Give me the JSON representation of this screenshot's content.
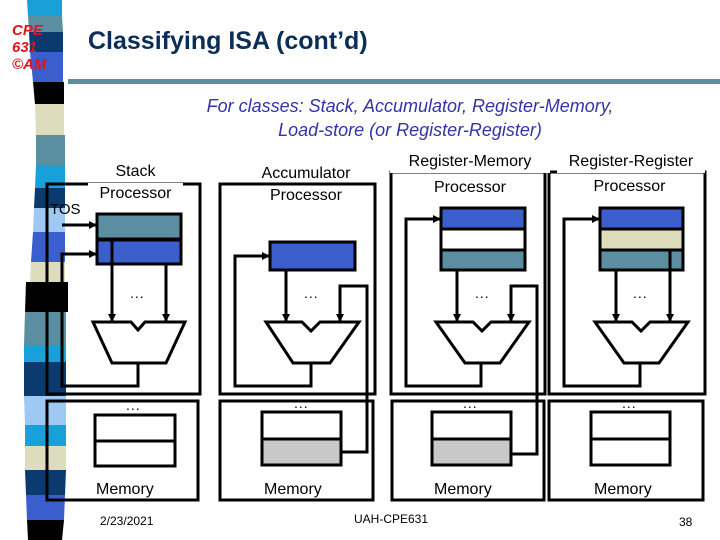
{
  "slide": {
    "logo_lines": [
      "CPE",
      "631",
      "©AM"
    ],
    "title": "Classifying ISA (cont’d)",
    "subtitle_lines": [
      "For classes: Stack, Accumulator, Register-Memory,",
      "Load-store (or Register-Register)"
    ]
  },
  "panels": [
    {
      "id": "stack",
      "heading_lines": [
        "Stack",
        "Processor"
      ],
      "memory_label": "Memory",
      "extra_label": "TOS",
      "ellipsis_proc": "...",
      "ellipsis_mem": "..."
    },
    {
      "id": "accumulator",
      "heading_lines": [
        "Accumulator",
        "Processor"
      ],
      "memory_label": "Memory",
      "ellipsis_proc": "...",
      "ellipsis_mem": "..."
    },
    {
      "id": "register-memory",
      "heading_lines": [
        "Register-Memory",
        "Processor"
      ],
      "memory_label": "Memory",
      "ellipsis_proc": "...",
      "ellipsis_mem": "..."
    },
    {
      "id": "register-register",
      "heading_lines": [
        "Register-Register",
        "Processor"
      ],
      "memory_label": "Memory",
      "ellipsis_proc": "...",
      "ellipsis_mem": "..."
    }
  ],
  "colors": {
    "title": "#0b2e57",
    "subtitle": "#3333aa",
    "logo": "#e0141e",
    "rule": "#5a8ea0",
    "reg_teal": "#5a8ea0",
    "reg_blue": "#3a5fcd",
    "reg_beige": "#dddcbc",
    "mem_gray": "#c8c8c8"
  },
  "footer": {
    "date": "2/23/2021",
    "center": "UAH-CPE631",
    "page": "38"
  }
}
